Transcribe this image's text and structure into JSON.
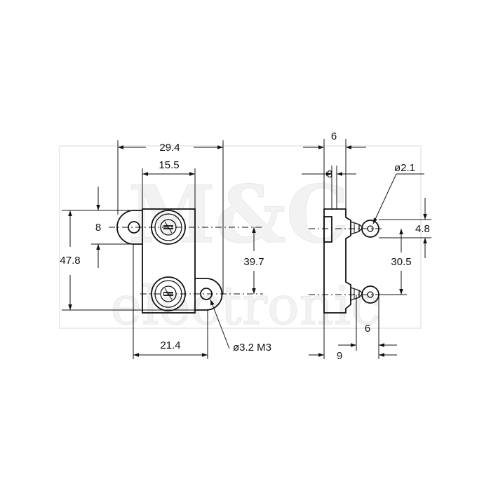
{
  "watermark": {
    "logo": "M&C",
    "subtitle": "electronic"
  },
  "dimensions": {
    "front_width_total": "29.4",
    "front_body_width": "15.5",
    "front_tab_height": "8",
    "front_total_height": "47.8",
    "front_hole_spacing": "39.7",
    "front_tab_offset": "21.4",
    "mount_hole": "ø3.2 M3",
    "side_width": "6",
    "side_inner": "3",
    "terminal_hole": "ø2.1",
    "terminal_height": "4.8",
    "terminal_spacing": "30.5",
    "terminal_offset": "6",
    "side_depth": "9"
  }
}
